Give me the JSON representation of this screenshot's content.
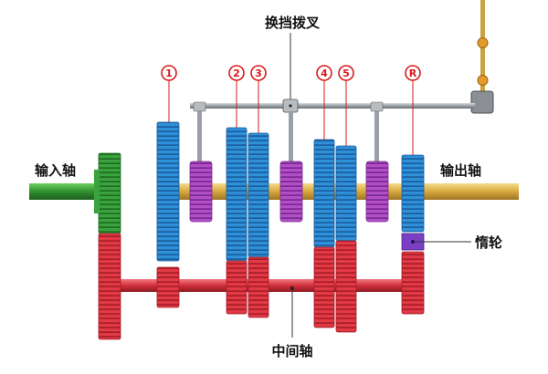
{
  "labels": {
    "shift_fork": "换挡拨叉",
    "input_shaft": "输入轴",
    "output_shaft": "输出轴",
    "idler_gear": "惰轮",
    "countershaft": "中间轴"
  },
  "gear_markers": [
    "1",
    "2",
    "3",
    "4",
    "5",
    "R"
  ],
  "colors": {
    "input_shaft": "#3aa33d",
    "output_shaft": "#e0b850",
    "gear_blue": "#2f8fd8",
    "gear_red": "#e23a45",
    "synchronizer": "#b24fc8",
    "idler": "#7a3fc4",
    "fork_rail": "#9aa0a6",
    "marker_ring": "#d8191b"
  }
}
